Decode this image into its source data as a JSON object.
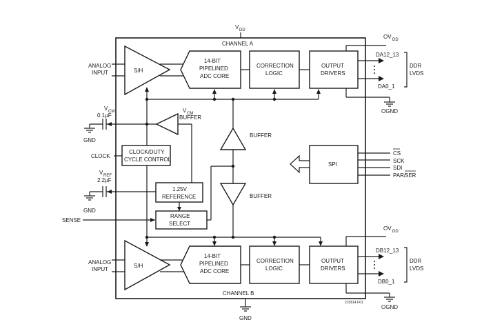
{
  "figure_id": "215814 F01",
  "channel_a": {
    "label": "CHANNEL A",
    "analog_input": [
      "ANALOG",
      "INPUT"
    ],
    "sample_hold": "S/H",
    "adc_core": [
      "14-BIT",
      "PIPELINED",
      "ADC CORE"
    ],
    "correction": [
      "CORRECTION",
      "LOGIC"
    ],
    "drivers": [
      "OUTPUT",
      "DRIVERS"
    ],
    "data_msb": "DA12_13",
    "data_lsb": "DA0_1",
    "ovdd": {
      "main": "OV",
      "sub": "DD"
    },
    "ognd": "OGND",
    "ddr": [
      "DDR",
      "LVDS"
    ]
  },
  "channel_b": {
    "label": "CHANNEL B",
    "analog_input": [
      "ANALOG",
      "INPUT"
    ],
    "sample_hold": "S/H",
    "adc_core": [
      "14-BIT",
      "PIPELINED",
      "ADC CORE"
    ],
    "correction": [
      "CORRECTION",
      "LOGIC"
    ],
    "drivers": [
      "OUTPUT",
      "DRIVERS"
    ],
    "data_msb": "DB12_13",
    "data_lsb": "DB0_1",
    "ovdd": {
      "main": "OV",
      "sub": "DD"
    },
    "ognd": "OGND",
    "ddr": [
      "DDR",
      "LVDS"
    ]
  },
  "supply": {
    "vdd": {
      "main": "V",
      "sub": "DD"
    },
    "gnd": "GND"
  },
  "vcm": {
    "pin": {
      "main": "V",
      "sub": "CM"
    },
    "cap": "0.1µF",
    "gnd": "GND",
    "buffer_label": {
      "main": "V",
      "sub": "CM",
      "line2": "BUFFER"
    }
  },
  "clock": {
    "pin": "CLOCK",
    "block": [
      "CLOCK/DUTY",
      "CYCLE CONTROL"
    ]
  },
  "vref": {
    "pin": {
      "main": "V",
      "sub": "REF"
    },
    "cap": "2.2µF",
    "gnd": "GND",
    "reference": [
      "1.25V",
      "REFERENCE"
    ]
  },
  "sense": {
    "pin": "SENSE",
    "range_select": [
      "RANGE",
      "SELECT"
    ]
  },
  "buffers": [
    "BUFFER",
    "BUFFER"
  ],
  "spi": {
    "block": "SPI",
    "pins": [
      "CS",
      "SCK",
      "SDI",
      "PAR/",
      "SER"
    ]
  }
}
